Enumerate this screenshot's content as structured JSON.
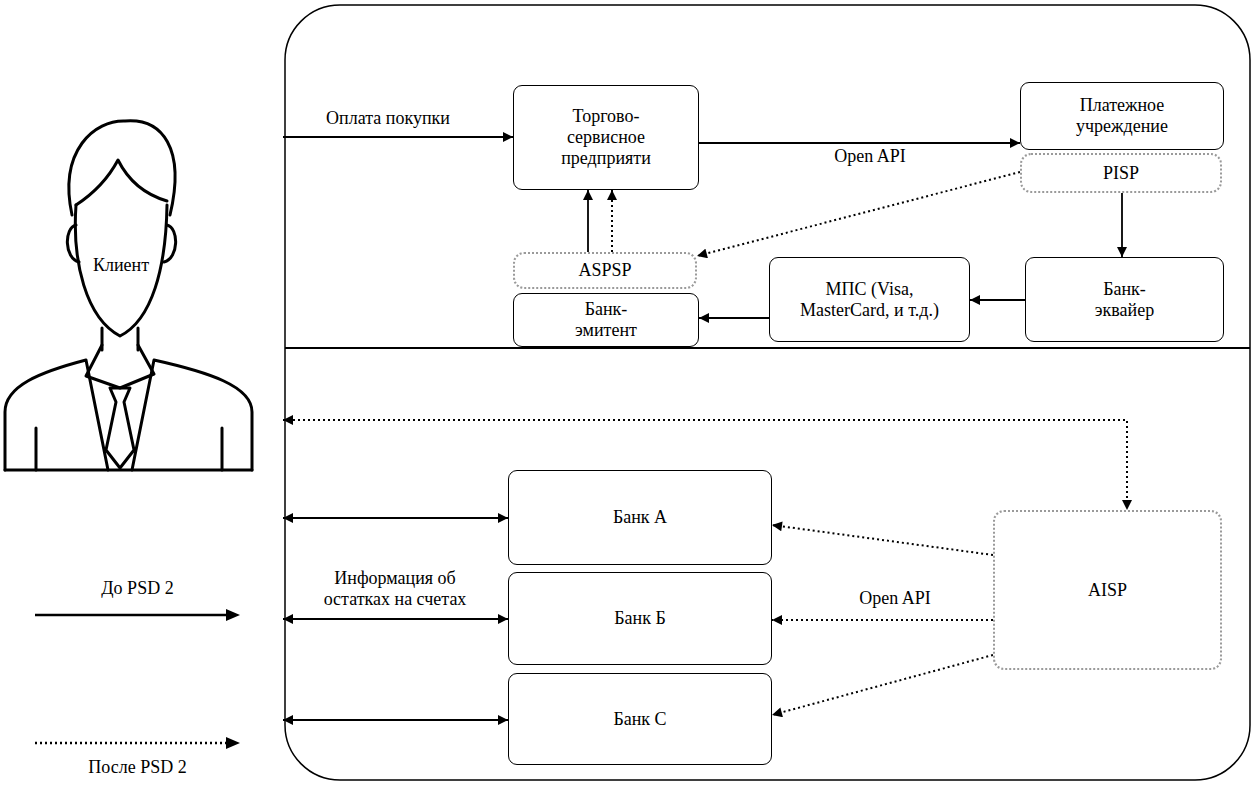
{
  "diagram": {
    "nodes": [
      {
        "text": [
          "Клиент"
        ]
      },
      {
        "text": [
          "Торгово- сервисное предприяти"
        ]
      },
      {
        "text": [
          "Платежное учреждение"
        ]
      },
      {
        "text": [
          "PISP"
        ]
      },
      {
        "text": [
          "Банк- эквайер"
        ]
      },
      {
        "text": [
          "МПС (Visa, MasterCard, и т.д.)"
        ]
      },
      {
        "text": [
          "ASPSP"
        ]
      },
      {
        "text": [
          "Банк- эмитент"
        ]
      },
      {
        "text": [
          "Банк А"
        ]
      },
      {
        "text": [
          "Банк Б"
        ]
      },
      {
        "text": [
          "Банк С"
        ]
      },
      {
        "text": [
          "AISP"
        ]
      }
    ],
    "edges": [
      {
        "from": 0,
        "to": 1,
        "label": "Оплата покупки",
        "arrow": "to"
      },
      {
        "from": 1,
        "to": 2,
        "arrow": "to"
      },
      {
        "from": 3,
        "to": 6,
        "label": "Open API",
        "arrow": "to"
      },
      {
        "from": 3,
        "to": 4,
        "arrow": "to"
      },
      {
        "from": 4,
        "to": 5,
        "arrow": "to"
      },
      {
        "from": 5,
        "to": 7,
        "arrow": "to"
      },
      {
        "from": 6,
        "to": 1,
        "arrow": "to"
      },
      {
        "from": 6,
        "to": 1,
        "arrow": "to"
      },
      {
        "from": 0,
        "to": 11,
        "arrow": "both"
      },
      {
        "from": 0,
        "to": 8,
        "arrow": "both"
      },
      {
        "from": 0,
        "to": 9,
        "label": "Информация об остатках на счетах",
        "arrow": "both"
      },
      {
        "from": 0,
        "to": 10,
        "arrow": "both"
      },
      {
        "from": 11,
        "to": 8,
        "arrow": "to"
      },
      {
        "from": 11,
        "to": 9,
        "label": "Open API",
        "arrow": "to"
      },
      {
        "from": 11,
        "to": 10,
        "arrow": "to"
      }
    ],
    "legend": [
      {
        "text": "До PSD 2"
      },
      {
        "text": "После PSD 2"
      }
    ]
  }
}
